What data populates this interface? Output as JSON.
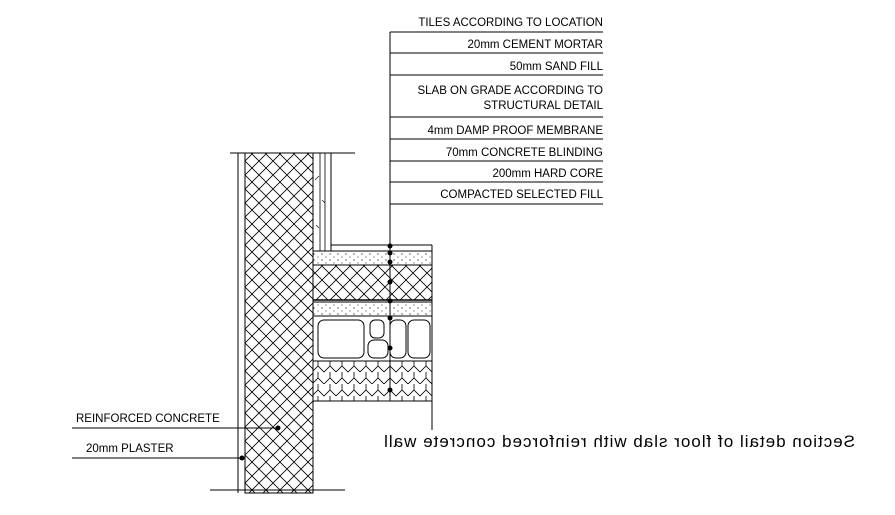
{
  "layers": [
    "TILES ACCORDING TO LOCATION",
    "20mm CEMENT MORTAR",
    "50mm SAND FILL",
    "SLAB ON GRADE ACCORDING TO",
    "STRUCTURAL DETAIL",
    "4mm DAMP PROOF MEMBRANE",
    "70mm CONCRETE BLINDING",
    "200mm HARD CORE",
    "COMPACTED SELECTED FILL"
  ],
  "wall_labels": {
    "concrete": "REINFORCED CONCRETE",
    "plaster": "20mm PLASTER"
  },
  "mirrored_caption": "Section detail of floor slab with reinforced concrete wall"
}
